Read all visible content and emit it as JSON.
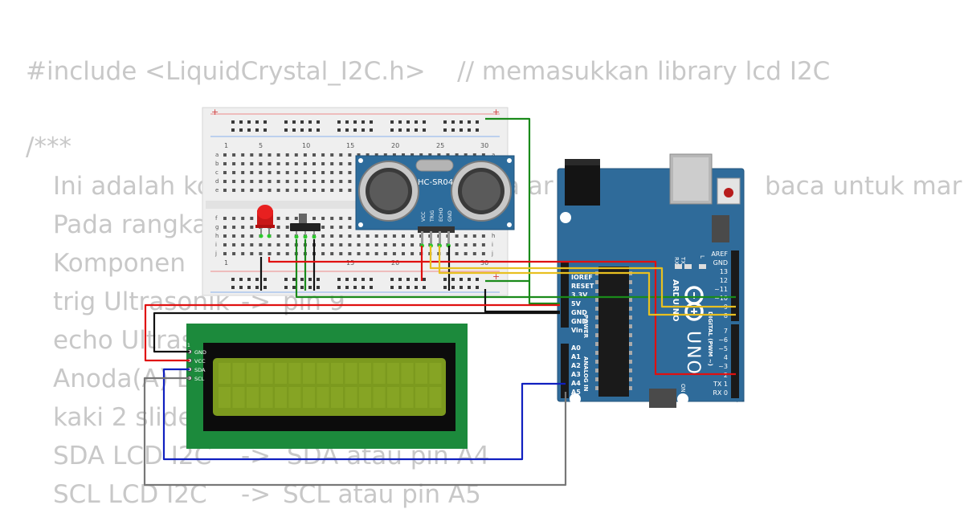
{
  "code": {
    "lines": [
      "#include <LiquidCrystal_I2C.h>    // memasukkan library lcd I2C",
      "/***",
      "Ini adalah ko",
      "a ar",
      "baca untuk mar",
      "Pada rangka",
      "Komponen",
      "trig Ultrasonik",
      "->",
      "pin 9",
      "echo Ultras",
      "Anoda(A) L",
      "kaki 2 slide",
      "SDA LCD I2C",
      "->",
      "SDA atau pin A4",
      "SCL LCD I2C",
      "->",
      "SCL atau pin A5"
    ]
  },
  "breadboard": {
    "column_numbers": [
      "1",
      "5",
      "10",
      "15",
      "20",
      "25",
      "30"
    ],
    "row_letters_top": [
      "a",
      "b",
      "c",
      "d",
      "e"
    ],
    "row_letters_bottom": [
      "f",
      "g",
      "h",
      "i",
      "j"
    ],
    "rail_plus": "+"
  },
  "sensor": {
    "label": "HC-SR04",
    "pins": [
      "VCC",
      "TRIG",
      "ECHO",
      "GND"
    ]
  },
  "lcd": {
    "pins": [
      "GND",
      "VCC",
      "SDA",
      "SCL"
    ],
    "pin1_mark": "1"
  },
  "arduino": {
    "logo_text": "ARDUINO",
    "model": "UNO",
    "on_label": "ON",
    "power_header_title": "POWER",
    "analog_header_title": "ANALOG IN",
    "digital_header_title": "DIGITAL (PWM ~)",
    "led_labels": [
      "TX",
      "RX",
      "L"
    ],
    "power_pins": [
      "IOREF",
      "RESET",
      "3.3V",
      "5V",
      "GND",
      "GND",
      "Vin"
    ],
    "analog_pins": [
      "A0",
      "A1",
      "A2",
      "A3",
      "A4",
      "A5"
    ],
    "digital_pins_upper": [
      "AREF",
      "GND",
      "13",
      "12",
      "~11",
      "~10",
      "~9",
      "8"
    ],
    "digital_pins_lower": [
      "7",
      "~6",
      "~5",
      "4",
      "~3",
      "2",
      "TX 1",
      "RX 0"
    ]
  },
  "colors": {
    "code_text": "#c8c8c8",
    "breadboard": "#efefef",
    "arduino_board": "#2f6b9a",
    "lcd_pcb": "#1c8a3c",
    "lcd_screen": "#7c9a1e",
    "sensor_board": "#2d6c9c",
    "wire_red": "#e01010",
    "wire_black": "#111111",
    "wire_green": "#1a8a1a",
    "wire_yellow": "#e8c020",
    "wire_blue": "#1020c0",
    "wire_gray": "#777777",
    "led_red": "#e82020"
  }
}
